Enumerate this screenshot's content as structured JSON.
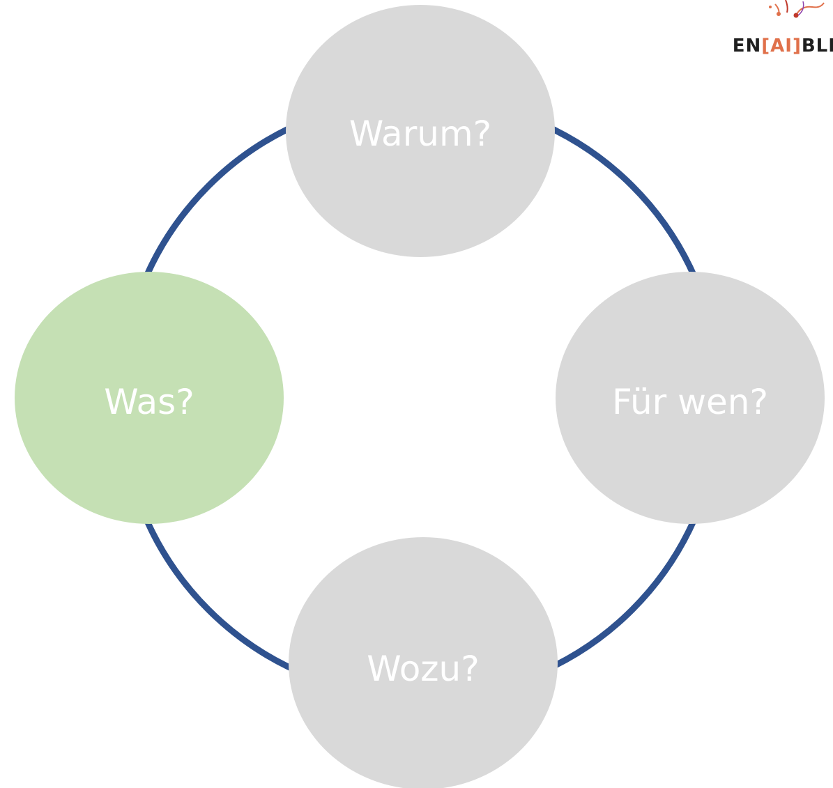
{
  "diagram": {
    "nodes": [
      {
        "id": "warum",
        "label": "Warum?",
        "fill": "#d9d9d9"
      },
      {
        "id": "fuer-wen",
        "label": "Für wen?",
        "fill": "#d9d9d9"
      },
      {
        "id": "wozu",
        "label": "Wozu?",
        "fill": "#d9d9d9"
      },
      {
        "id": "was",
        "label": "Was?",
        "fill": "#c5e0b4"
      }
    ],
    "ring_color": "#2f528f",
    "text_color": "#ffffff"
  },
  "logo": {
    "part1": "EN",
    "part2": "[AI]",
    "part3": "BLE",
    "accent_color": "#e0704a"
  }
}
